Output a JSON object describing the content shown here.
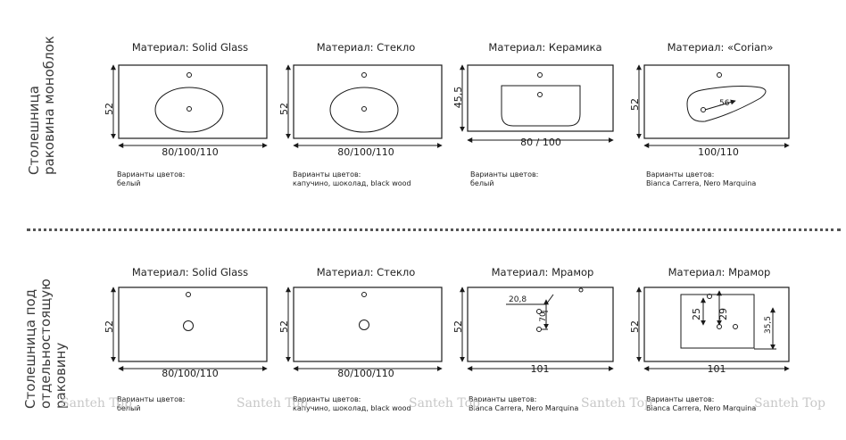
{
  "section_top": {
    "title_line1": "Столешница",
    "title_line2": "раковина моноблок"
  },
  "section_bottom": {
    "title_line1": "Столешница под",
    "title_line2": "отдельностоящую",
    "title_line3": "раковину"
  },
  "top_items": [
    {
      "material": "Материал: Solid Glass",
      "height": "52",
      "width": "80/100/110",
      "colors_label": "Варианты цветов:",
      "colors": "белый"
    },
    {
      "material": "Материал: Стекло",
      "height": "52",
      "width": "80/100/110",
      "colors_label": "Варианты цветов:",
      "colors": "капучино, шоколад, black wood"
    },
    {
      "material": "Материал: Керамика",
      "height": "45,5",
      "width": "80 / 100",
      "colors_label": "Варианты цветов:",
      "colors": "белый"
    },
    {
      "material": "Материал: «Corian»",
      "height": "52",
      "width": "100/110",
      "inner": "56",
      "colors_label": "Варианты цветов:",
      "colors": "Bianca Carrera, Nero Marquina"
    }
  ],
  "bottom_items": [
    {
      "material": "Материал: Solid Glass",
      "height": "52",
      "width": "80/100/110",
      "colors_label": "Варианты цветов:",
      "colors": "белый"
    },
    {
      "material": "Материал: Стекло",
      "height": "52",
      "width": "80/100/110",
      "colors_label": "Варианты цветов:",
      "colors": "капучино, шоколад, black wood"
    },
    {
      "material": "Материал: Мрамор",
      "height": "52",
      "width": "101",
      "dim_a": "20,8",
      "dim_b": "70",
      "colors_label": "Варианты цветов:",
      "colors": "Bianca Carrera, Nero Marquina"
    },
    {
      "material": "Материал: Мрамор",
      "height": "52",
      "width": "101",
      "dim_a": "25",
      "dim_b": "29",
      "dim_c": "35,5",
      "colors_label": "Варианты цветов:",
      "colors": "Bianca Carrera, Nero Marquina"
    }
  ],
  "watermark": "Santeh Top"
}
